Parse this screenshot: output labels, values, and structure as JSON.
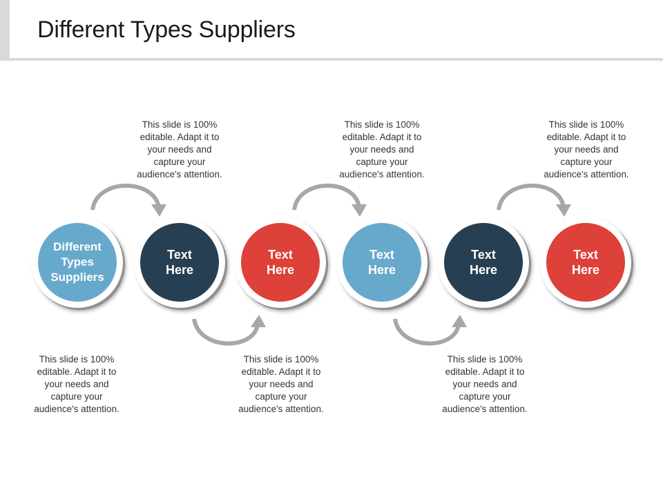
{
  "slide": {
    "title": "Different Types Suppliers"
  },
  "colors": {
    "light_blue": "#67a9cb",
    "dark_navy": "#263f53",
    "red": "#dd4139",
    "arrow_gray": "#a7a7a7"
  },
  "nodes": [
    {
      "label": "Different\nTypes\nSuppliers",
      "color": "light_blue"
    },
    {
      "label": "Text\nHere",
      "color": "dark_navy"
    },
    {
      "label": "Text\nHere",
      "color": "red"
    },
    {
      "label": "Text\nHere",
      "color": "light_blue"
    },
    {
      "label": "Text\nHere",
      "color": "dark_navy"
    },
    {
      "label": "Text\nHere",
      "color": "red"
    }
  ],
  "descriptions": {
    "top": [
      "This slide is 100%\neditable. Adapt it to\nyour needs and\ncapture your\naudience's attention.",
      "This slide is 100%\neditable. Adapt it to\nyour needs and\ncapture your\naudience's attention.",
      "This slide is 100%\neditable. Adapt it to\nyour needs and\ncapture your\naudience's attention."
    ],
    "bottom": [
      "This slide is 100%\neditable. Adapt it to\nyour needs and\ncapture your\naudience's attention.",
      "This slide is 100%\neditable. Adapt it to\nyour needs and\ncapture your\naudience's attention.",
      "This slide is 100%\neditable. Adapt it to\nyour needs and\ncapture your\naudience's attention."
    ]
  }
}
